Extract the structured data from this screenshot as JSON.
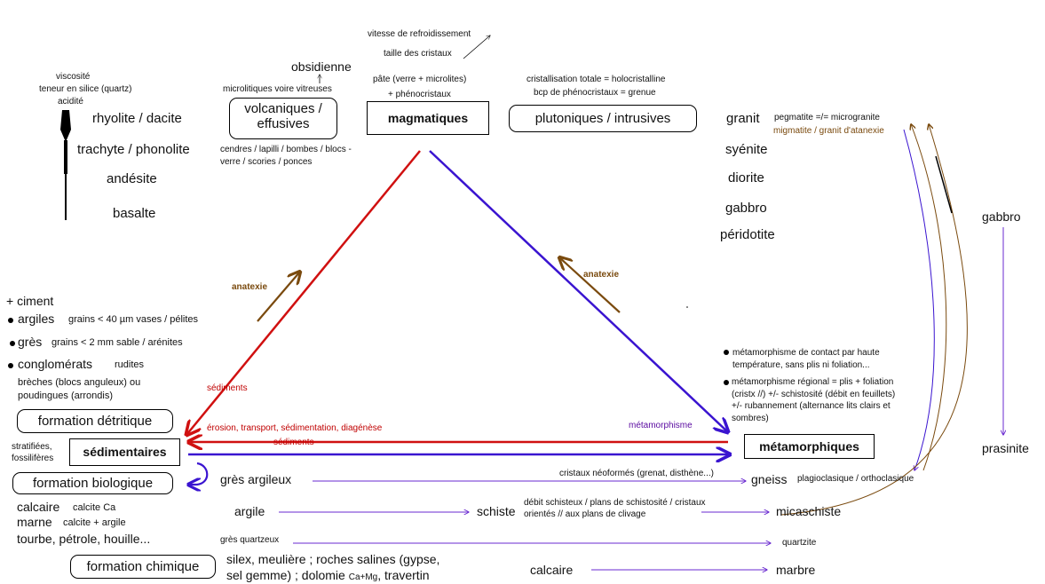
{
  "top": {
    "cooling_speed": "vitesse de refroidissement",
    "crystal_size": "taille des cristaux",
    "obsidian": "obsidienne",
    "microlitic": "microlitiques voire vitreuses",
    "paste": "pâte (verre + microlites)",
    "phenocrysts": "+ phénocristaux",
    "total_cryst": "cristallisation totale = holocristalline",
    "many_pheno": "bcp de phénocristaux  = grenue"
  },
  "boxes": {
    "volcanic": "volcaniques / effusives",
    "magmatic": "magmatiques",
    "plutonic": "plutoniques / intrusives",
    "metamorphic": "métamorphiques",
    "sedimentary": "sédimentaires",
    "detrital": "formation détritique",
    "biological": "formation biologique",
    "chemical": "formation chimique"
  },
  "volcanic_side": {
    "scale_labels": [
      "viscosité",
      "teneur en silice (quartz)",
      "acidité"
    ],
    "rocks": [
      "rhyolite / dacite",
      "trachyte / phonolite",
      "andésite",
      "basalte"
    ],
    "ejecta": "cendres / lapilli / bombes / blocs - verre / scories / ponces"
  },
  "plutonic_side": {
    "rocks": [
      "granit",
      "syénite",
      "diorite",
      "gabbro",
      "péridotite"
    ],
    "pegmatite": "pegmatite =/= microgranite",
    "migmatite": "migmatite / granit d'atanexie"
  },
  "detrital": {
    "cement": "+ ciment",
    "clay": "argiles",
    "clay_detail": "grains < 40 µm    vases / pélites",
    "sandstone": "grès",
    "sandstone_detail": "grains < 2 mm    sable / arénites",
    "conglomerate": "conglomérats",
    "rudites": "rudites",
    "breccia": "brèches (blocs anguleux) ou poudingues (arrondis)"
  },
  "sediment_side": {
    "stratified": "stratifiées, fossilifères"
  },
  "biological": {
    "limestone": "calcaire",
    "limestone_detail": "calcite Ca",
    "marl": "marne",
    "marl_detail": "calcite + argile",
    "peat": "tourbe, pétrole, houille..."
  },
  "chemical": {
    "line1": "silex, meulière ; roches salines (gypse,",
    "line2": "sel gemme) ; dolomie",
    "camg": "Ca+Mg",
    "travertin": ", travertin"
  },
  "arrows": {
    "anatexie_left": "anatexie",
    "anatexie_right": "anatexie",
    "sediments_left": "sédiments",
    "erosion": "érosion, transport, sédimentation, diagénèse",
    "sediments_bottom": "sédiments",
    "metamorphism": "métamorphisme"
  },
  "metamorphic_notes": {
    "contact": "métamorphisme de contact par haute température, sans plis ni foliation...",
    "regional": "métamorphisme régional = plis + foliation (cristx //) +/- schistosité (débit en feuillets) +/- rubannement (alternance lits clairs et sombres)"
  },
  "transformations": {
    "clayey_sandstone": "grès argileux",
    "neoformed": "cristaux néoformés (grenat, disthène...)",
    "gneiss": "gneiss",
    "gneiss_types": "plagioclasique / orthoclasique",
    "clay": "argile",
    "schist": "schiste",
    "schist_note": "débit schisteux / plans de schistosité / cristaux orientés // aux plans de clivage",
    "micaschist": "micaschiste",
    "quartz_sandstone": "grès quartzeux",
    "quartzite": "quartzite",
    "limestone": "calcaire",
    "marble": "marbre",
    "gabbro": "gabbro",
    "prasinite": "prasinite"
  },
  "colors": {
    "red": "#d01010",
    "blue": "#3a14d0",
    "brown": "#7a4a0e",
    "purple": "#6a2ad0"
  }
}
